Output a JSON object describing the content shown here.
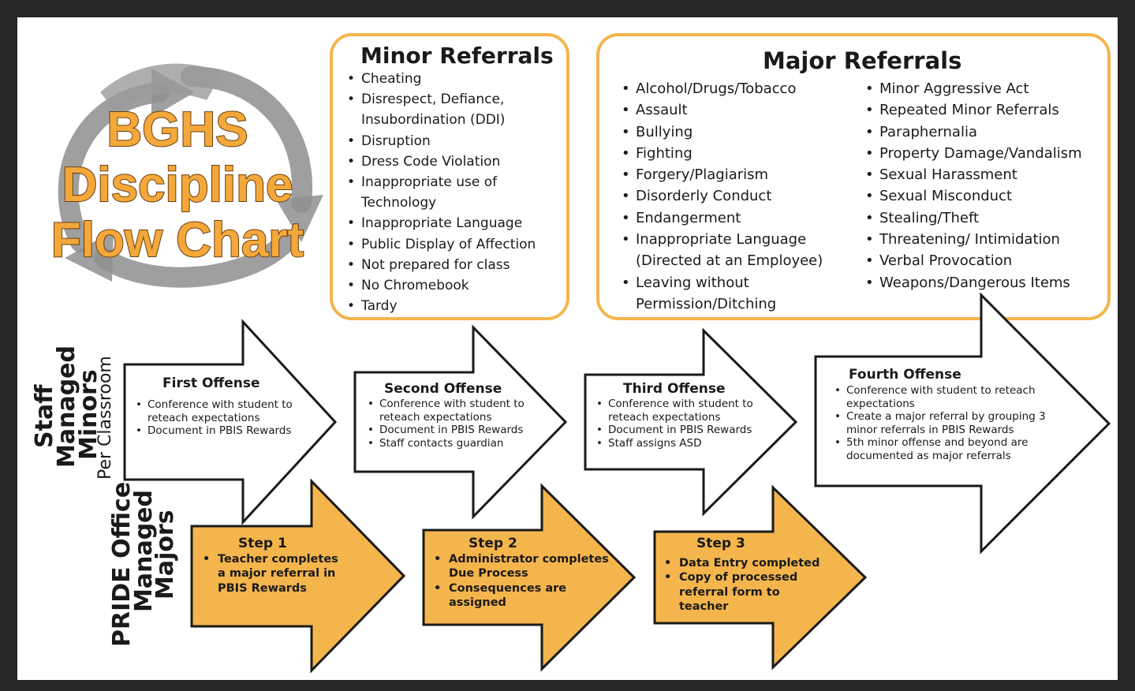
{
  "logo": {
    "line1": "BGHS",
    "line2": "Discipline",
    "line3": "Flow Chart"
  },
  "minor_referrals": {
    "title": "Minor Referrals",
    "items": [
      "Cheating",
      "Disrespect, Defiance,",
      "Insubordination (DDI)",
      "Disruption",
      "Dress Code Violation",
      "Inappropriate use of",
      "Technology",
      "Inappropriate Language",
      "Public Display of Affection",
      "Not prepared for class",
      "No Chromebook",
      "Tardy"
    ]
  },
  "major_referrals": {
    "title": "Major Referrals",
    "col1": [
      "Alcohol/Drugs/Tobacco",
      "Assault",
      "Bullying",
      "Fighting",
      "Forgery/Plagiarism",
      "Disorderly Conduct",
      "Endangerment",
      "Inappropriate Language",
      "(Directed at an Employee)",
      "Leaving without",
      "Permission/Ditching"
    ],
    "col2": [
      "Minor Aggressive Act",
      "Repeated Minor Referrals",
      "Paraphernalia",
      "Property Damage/Vandalism",
      "Sexual Harassment",
      "Sexual Misconduct",
      "Stealing/Theft",
      "Threatening/ Intimidation",
      "Verbal Provocation",
      "Weapons/Dangerous Items"
    ]
  },
  "side_labels": {
    "staff": {
      "line1": "Staff",
      "line2": "Managed",
      "line3": "Minors",
      "line4": "Per Classroom"
    },
    "pride": {
      "line1": "PRIDE Office",
      "line2": "Managed",
      "line3": "Majors"
    }
  },
  "offenses": [
    {
      "title": "First Offense",
      "items": [
        "Conference with student to reteach expectations",
        "Document in PBIS Rewards"
      ]
    },
    {
      "title": "Second Offense",
      "items": [
        "Conference with student to reteach expectations",
        "Document in PBIS Rewards",
        "Staff contacts guardian"
      ]
    },
    {
      "title": "Third Offense",
      "items": [
        "Conference with student to reteach expectations",
        "Document in PBIS Rewards",
        "Staff assigns ASD"
      ]
    },
    {
      "title": "Fourth Offense",
      "items": [
        "Conference with student to reteach expectations",
        "Create a major referral by grouping 3 minor referrals in PBIS Rewards",
        "5th minor offense and beyond are documented as major referrals"
      ]
    }
  ],
  "steps": [
    {
      "title": "Step 1",
      "items": [
        "Teacher completes a major referral in PBIS Rewards"
      ]
    },
    {
      "title": "Step 2",
      "items": [
        "Administrator completes Due Process",
        "Consequences are assigned"
      ]
    },
    {
      "title": "Step 3",
      "items": [
        "Data Entry completed",
        "Copy of processed referral form to teacher"
      ]
    }
  ],
  "colors": {
    "accent": "#f4b54d",
    "frame": "#262626",
    "text": "#1a1a1a",
    "logo_gray": "#8f8f8f"
  }
}
